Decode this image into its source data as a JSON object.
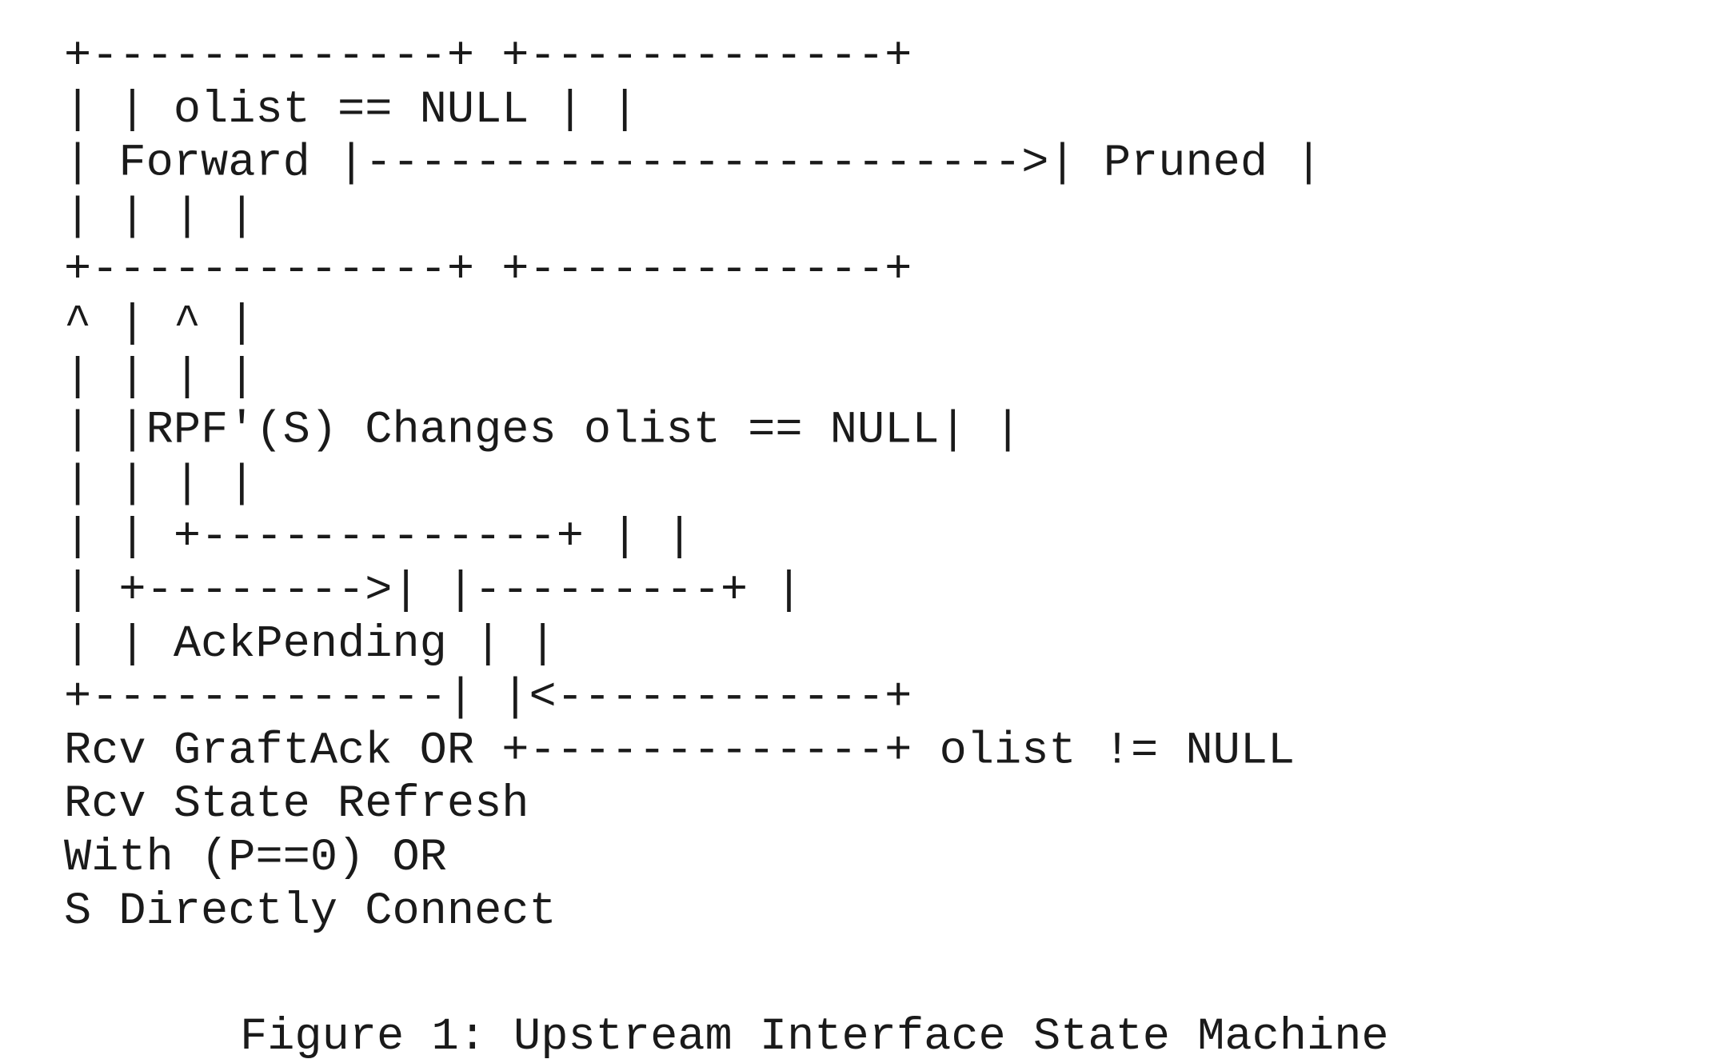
{
  "diagram": {
    "states": {
      "forward": "Forward",
      "pruned": "Pruned",
      "ack_pending": "AckPending"
    },
    "transitions": {
      "forward_to_pruned": "olist == NULL",
      "forward_to_ackpending": "RPF'(S) Changes",
      "ackpending_to_pruned": "olist == NULL",
      "pruned_to_ackpending": "olist != NULL",
      "ackpending_to_forward": [
        "Rcv GraftAck OR",
        "Rcv State Refresh",
        "With (P==0) OR",
        "S Directly Connect"
      ]
    },
    "caption": "Figure 1: Upstream Interface State Machine"
  }
}
